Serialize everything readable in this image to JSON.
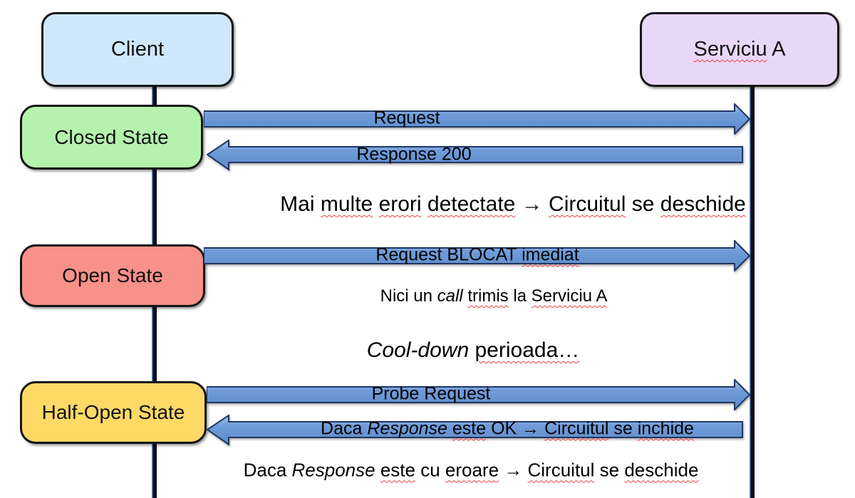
{
  "actors": {
    "client": {
      "label": "Client",
      "fill": "#cfe7fa"
    },
    "service": {
      "fill": "#e9d7f7",
      "segments": [
        {
          "t": "Serviciu",
          "w": true
        },
        {
          "t": " A"
        }
      ]
    }
  },
  "states": {
    "closed": {
      "label": "Closed State",
      "fill": "#b5f2ae"
    },
    "open": {
      "label": "Open State",
      "fill": "#f7918a"
    },
    "half_open": {
      "label": "Half-Open State",
      "fill": "#ffd965"
    }
  },
  "messages": {
    "request": {
      "direction": "right",
      "from": "Client",
      "to": "Serviciu A",
      "label": "Request"
    },
    "response_200": {
      "direction": "left",
      "from": "Serviciu A",
      "to": "Client",
      "label": "Response 200"
    },
    "request_blocked": {
      "direction": "right",
      "from": "Client",
      "to": "Serviciu A",
      "segments": [
        {
          "t": "Request BLOCAT "
        },
        {
          "t": "imediat",
          "w": true
        }
      ]
    },
    "probe_request": {
      "direction": "right",
      "from": "Client",
      "to": "Serviciu A",
      "label": "Probe Request"
    },
    "response_ok": {
      "direction": "left",
      "from": "Serviciu A",
      "to": "Client",
      "segments": [
        {
          "t": "Daca "
        },
        {
          "t": "Response",
          "i": true
        },
        {
          "t": " "
        },
        {
          "t": "este",
          "w": true
        },
        {
          "t": " OK → "
        },
        {
          "t": "Circuitul",
          "w": true
        },
        {
          "t": " se "
        },
        {
          "t": "inchide",
          "w": true
        }
      ]
    }
  },
  "notes": {
    "errors_detected": {
      "segments": [
        {
          "t": "Mai "
        },
        {
          "t": "multe",
          "w": true
        },
        {
          "t": " "
        },
        {
          "t": "erori",
          "w": true
        },
        {
          "t": " "
        },
        {
          "t": "detectate",
          "w": true
        },
        {
          "t": " → "
        },
        {
          "t": "Circuitul",
          "w": true
        },
        {
          "t": " se "
        },
        {
          "t": "deschide",
          "w": true
        }
      ]
    },
    "no_call": {
      "segments": [
        {
          "t": "Nici un "
        },
        {
          "t": "call",
          "i": true
        },
        {
          "t": " "
        },
        {
          "t": "trimis",
          "w": true
        },
        {
          "t": " la "
        },
        {
          "t": "Serviciu A",
          "w": true
        }
      ]
    },
    "cooldown": {
      "segments": [
        {
          "t": "Cool-down",
          "i": true
        },
        {
          "t": " "
        },
        {
          "t": "perioada…",
          "w": true
        }
      ]
    },
    "response_error": {
      "segments": [
        {
          "t": "Daca "
        },
        {
          "t": "Response",
          "i": true
        },
        {
          "t": " "
        },
        {
          "t": "este",
          "w": true
        },
        {
          "t": " cu "
        },
        {
          "t": "eroare",
          "w": true
        },
        {
          "t": " → "
        },
        {
          "t": "Circuitul",
          "w": true
        },
        {
          "t": " se "
        },
        {
          "t": "deschide",
          "w": true
        }
      ]
    }
  },
  "colors": {
    "arrow_fill_light": "#a9c5ec",
    "arrow_fill": "#6f9cd9",
    "arrow_fill_dark": "#5e8bc8",
    "arrow_border": "#1f3864",
    "lifeline": "#0b0d17",
    "box_border": "#161616",
    "misspelling_underline": "#f14040",
    "text": "#000000"
  }
}
